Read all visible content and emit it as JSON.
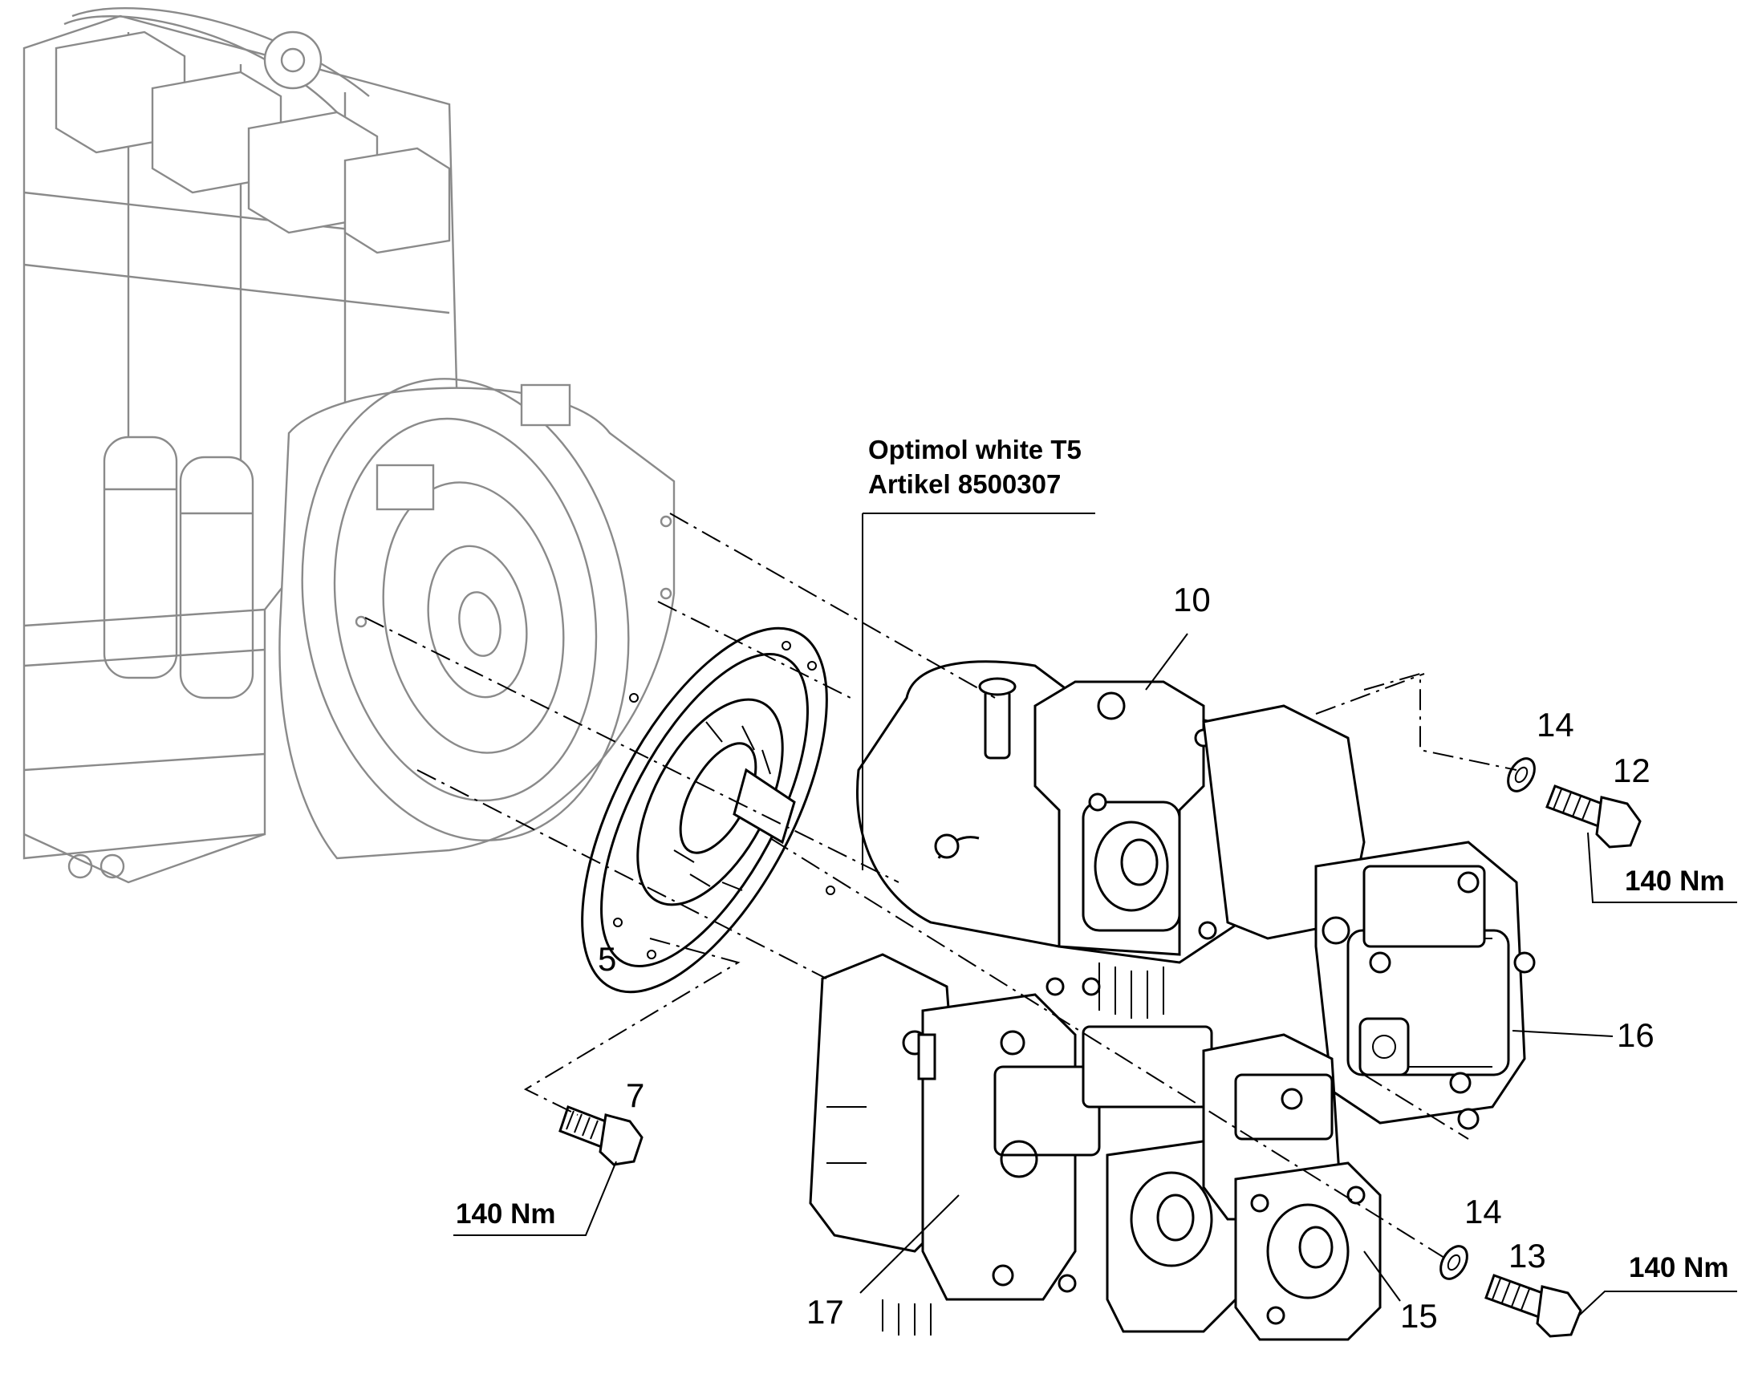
{
  "callouts": {
    "c5": "5",
    "c7": "7",
    "c10": "10",
    "c12": "12",
    "c13": "13",
    "c14a": "14",
    "c14b": "14",
    "c15": "15",
    "c16": "16",
    "c17": "17"
  },
  "torque": {
    "t1": "140 Nm",
    "t2": "140 Nm",
    "t3": "140 Nm"
  },
  "note": {
    "line1": "Optimol white T5",
    "line2": "Artikel 8500307"
  }
}
